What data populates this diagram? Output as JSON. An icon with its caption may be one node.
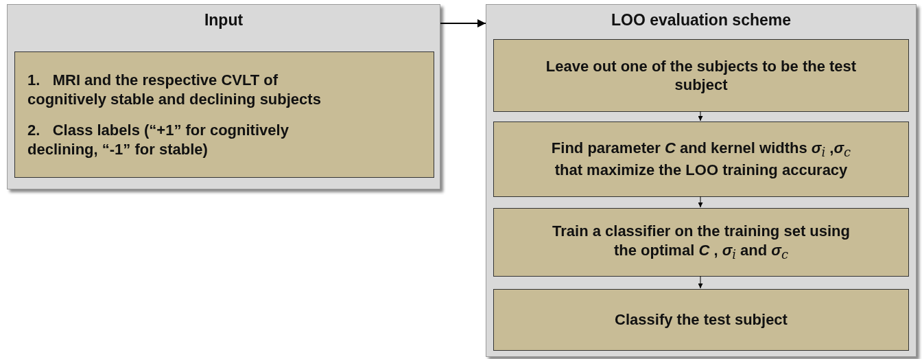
{
  "diagram": {
    "nodes": [
      {
        "text": [
          "Input"
        ]
      },
      {
        "text": [
          "1.   MRI and the respective CVLT of cognitively stable and declining subjects",
          "2.   Class labels (“+1” for cognitively declining, “-1” for stable)"
        ],
        "in": 0
      },
      {
        "text": [
          "LOO evaluation scheme"
        ]
      },
      {
        "text": [
          "Leave out one of the subjects to be the test subject"
        ],
        "in": 2
      },
      {
        "text": [
          "Find parameter *C* and kernel widths *σ*$_{i}$ ,*σ*$_{c}$ that maximize the LOO training accuracy"
        ],
        "in": 2
      },
      {
        "text": [
          "Train a classifier on the training set using the optimal *C* , *σ*$_{i}$ and *σ*$_{c}$"
        ],
        "in": 2
      },
      {
        "text": [
          "Classify the test subject"
        ],
        "in": 2
      }
    ],
    "edges": [
      {
        "from": 0,
        "to": 2,
        "arrow": "to"
      },
      {
        "from": 3,
        "to": 4,
        "arrow": "to"
      },
      {
        "from": 4,
        "to": 5,
        "arrow": "to"
      },
      {
        "from": 5,
        "to": 6,
        "arrow": "to"
      }
    ]
  }
}
